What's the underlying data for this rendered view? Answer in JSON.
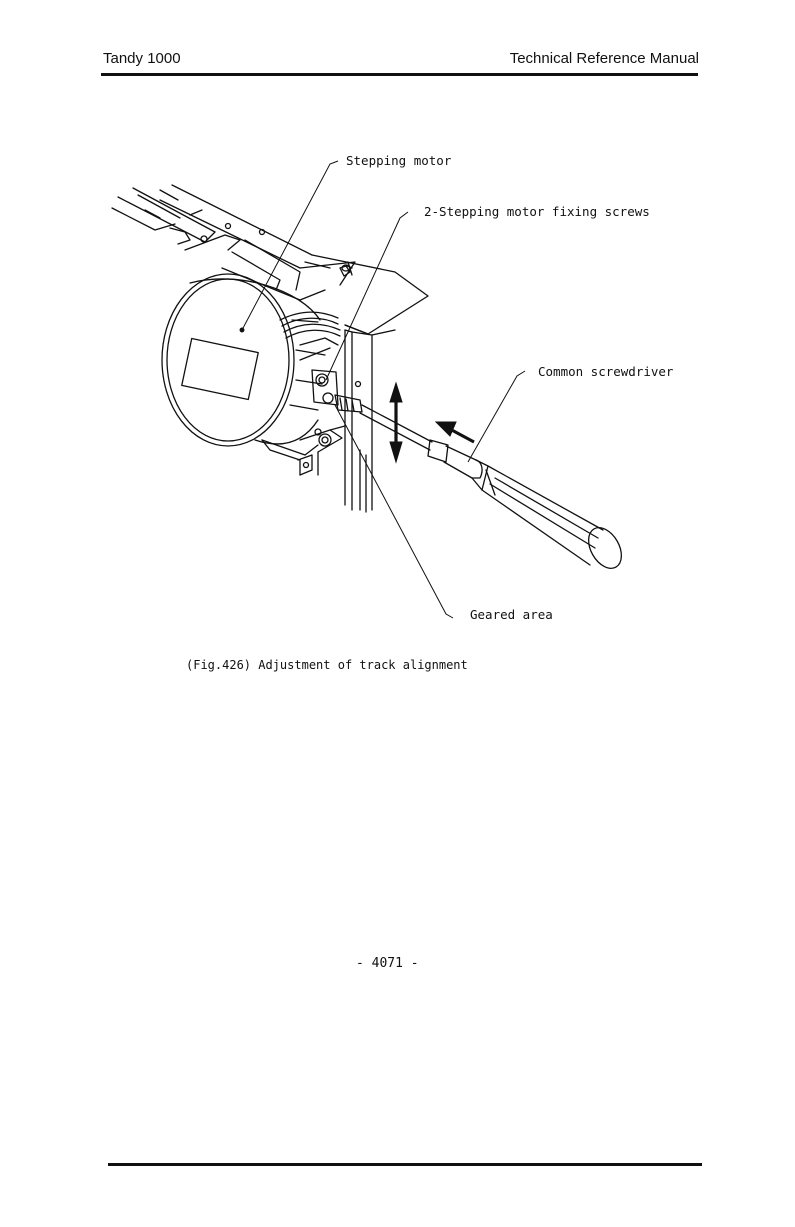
{
  "header": {
    "left": "Tandy 1000",
    "right": "Technical Reference Manual"
  },
  "figure": {
    "labels": {
      "stepping_motor": "Stepping motor",
      "fixing_screws": "2-Stepping motor fixing screws",
      "screwdriver": "Common screwdriver",
      "geared_area": "Geared area"
    },
    "caption": "(Fig.426) Adjustment of track alignment"
  },
  "footer": {
    "page_number": "- 4071 -"
  }
}
